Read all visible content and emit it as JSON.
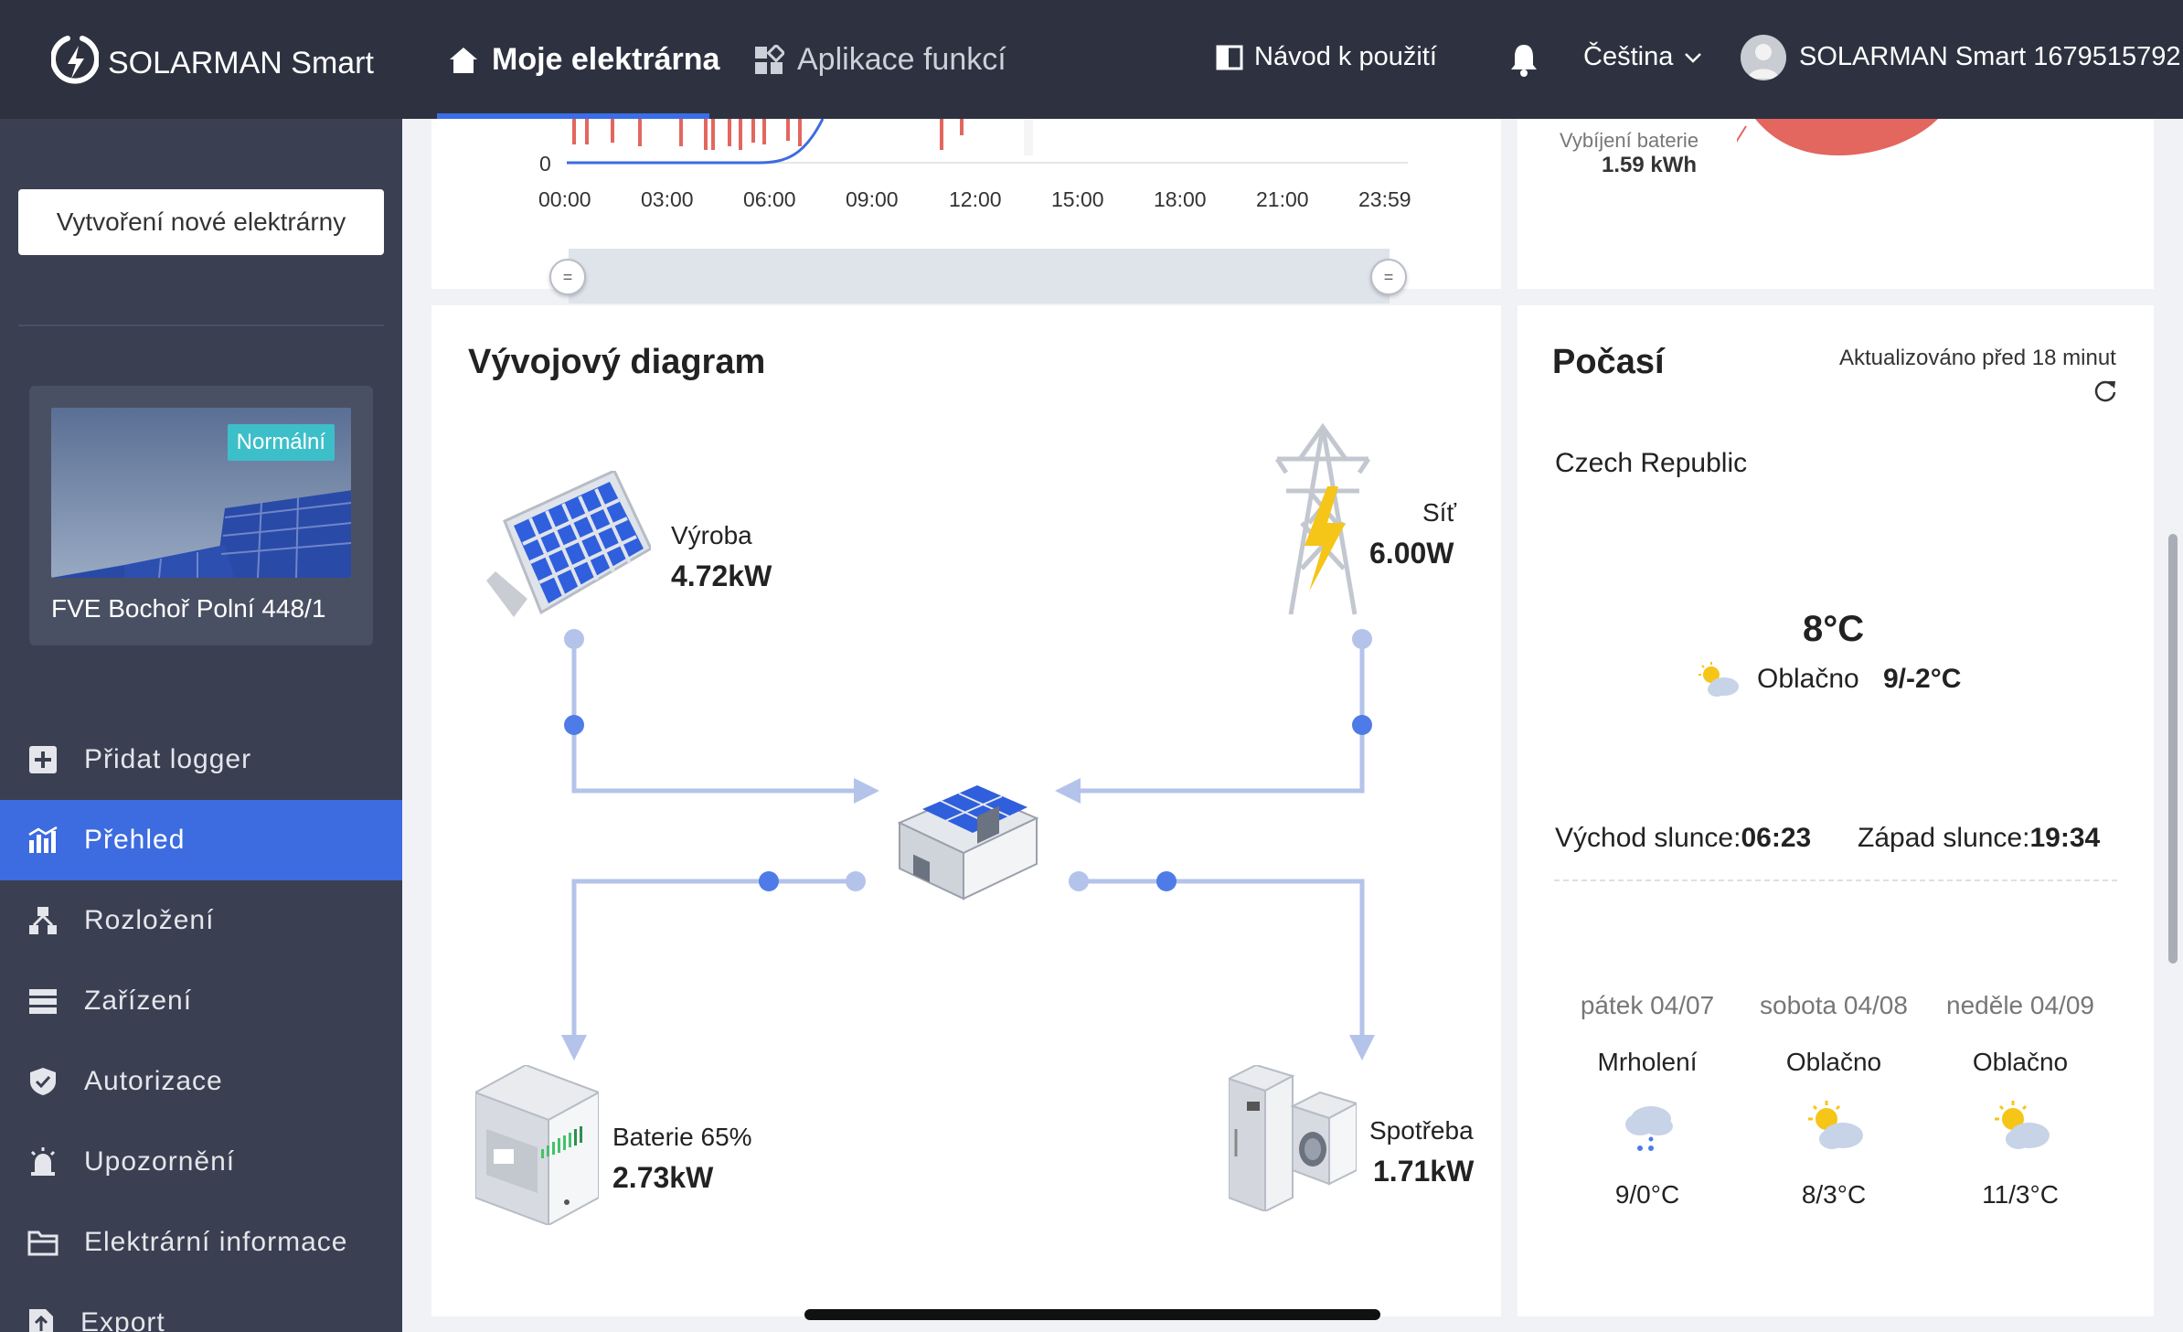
{
  "header": {
    "brand": "SOLARMAN Smart",
    "tabs": [
      {
        "label": "Moje elektrárna",
        "active": true
      },
      {
        "label": "Aplikace funkcí",
        "active": false
      }
    ],
    "manual_label": "Návod k použití",
    "language": "Čeština",
    "user_name": "SOLARMAN Smart 1679515792"
  },
  "sidebar": {
    "create_button": "Vytvoření nové elektrárny",
    "plant": {
      "name": "FVE Bochoř Polní 448/1",
      "status": "Normální"
    },
    "items": [
      {
        "label": "Přidat logger",
        "icon": "plus-square-icon"
      },
      {
        "label": "Přehled",
        "icon": "chart-icon",
        "active": true
      },
      {
        "label": "Rozložení",
        "icon": "layout-icon"
      },
      {
        "label": "Zařízení",
        "icon": "devices-icon"
      },
      {
        "label": "Autorizace",
        "icon": "shield-icon"
      },
      {
        "label": "Upozornění",
        "icon": "alarm-icon"
      },
      {
        "label": "Elektrární informace",
        "icon": "folder-icon"
      },
      {
        "label": "Export",
        "icon": "export-icon"
      }
    ]
  },
  "chart": {
    "y_zero": "0",
    "x_ticks": [
      "00:00",
      "03:00",
      "06:00",
      "09:00",
      "12:00",
      "15:00",
      "18:00",
      "21:00",
      "23:59"
    ]
  },
  "battery_panel": {
    "label": "Vybíjení baterie",
    "value": "1.59 kWh"
  },
  "flow": {
    "title": "Vývojový diagram",
    "production": {
      "label": "Výroba",
      "value": "4.72kW"
    },
    "grid": {
      "label": "Síť",
      "value": "6.00W"
    },
    "battery": {
      "label": "Baterie 65%",
      "value": "2.73kW"
    },
    "consumption": {
      "label": "Spotřeba",
      "value": "1.71kW"
    }
  },
  "weather": {
    "title": "Počasí",
    "updated": "Aktualizováno před 18 minut",
    "location": "Czech Republic",
    "temp": "8°C",
    "condition": "Oblačno",
    "range": "9/-2°C",
    "sunrise_label": "Východ slunce:",
    "sunrise": "06:23",
    "sunset_label": "Západ slunce:",
    "sunset": "19:34",
    "forecast": [
      {
        "day": "pátek 04/07",
        "condition": "Mrholení",
        "temp": "9/0°C",
        "icon": "drizzle-icon"
      },
      {
        "day": "sobota 04/08",
        "condition": "Oblačno",
        "temp": "8/3°C",
        "icon": "partly-cloudy-icon"
      },
      {
        "day": "neděle 04/09",
        "condition": "Oblačno",
        "temp": "11/3°C",
        "icon": "partly-cloudy-icon"
      }
    ]
  },
  "colors": {
    "header": "#2e3240",
    "sidebar": "#3a4052",
    "accent": "#3d6be0",
    "flow_line": "#b4c3ea",
    "flow_dot": "#4f7be8",
    "status_badge": "#3dbfc9"
  }
}
